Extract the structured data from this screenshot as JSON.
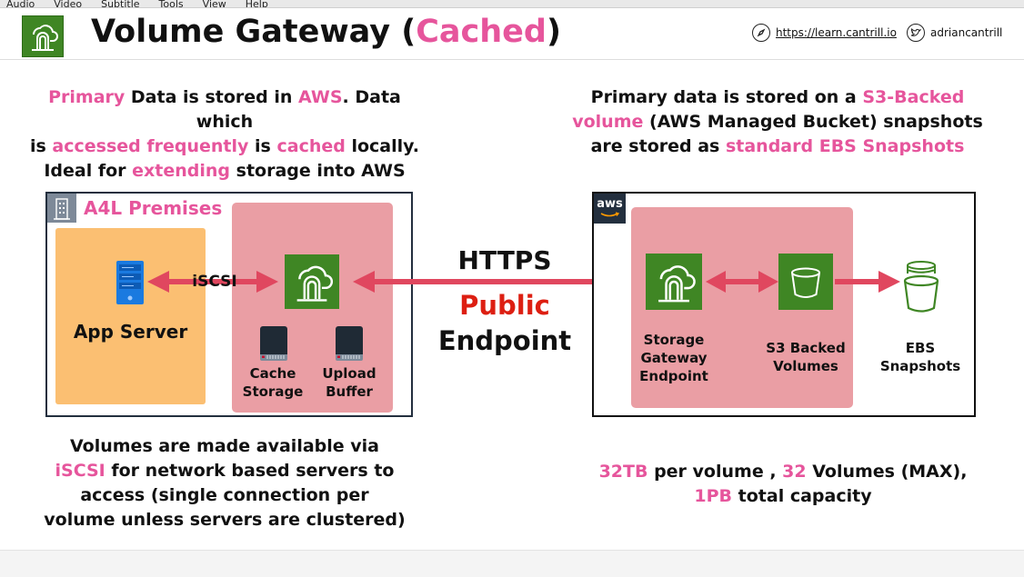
{
  "menu": [
    "Audio",
    "Video",
    "Subtitle",
    "Tools",
    "View",
    "Help"
  ],
  "header": {
    "title_main": "Volume Gateway (",
    "title_accent": "Cached",
    "title_close": ")",
    "link_url": "https://learn.cantrill.io",
    "twitter": "adriancantrill"
  },
  "left_intro": {
    "l1a": "Primary",
    "l1b": " Data is stored in ",
    "l1c": "AWS",
    "l1d": ". Data which",
    "l2a": "is ",
    "l2b": "accessed frequently",
    "l2c": " is ",
    "l2d": "cached",
    "l2e": " locally.",
    "l3a": "Ideal for ",
    "l3b": "extending",
    "l3c": " storage into AWS"
  },
  "right_intro": {
    "l1a": "Primary data is stored on a ",
    "l1b": "S3-Backed",
    "l2a": "volume",
    "l2b": " (AWS Managed Bucket) snapshots",
    "l3a": "are stored as ",
    "l3b": "standard EBS Snapshots"
  },
  "premises": {
    "title": "A4L Premises",
    "app_server": "App Server",
    "iscsi": "iSCSI",
    "cache1": "Cache",
    "cache2": "Storage",
    "upload1": "Upload",
    "upload2": "Buffer"
  },
  "middle": {
    "https": "HTTPS",
    "public": "Public",
    "endpoint": "Endpoint"
  },
  "aws": {
    "badge": "aws",
    "sg1": "Storage",
    "sg2": "Gateway",
    "sg3": "Endpoint",
    "s3a": "S3 Backed",
    "s3b": "Volumes",
    "ebs1": "EBS",
    "ebs2": "Snapshots"
  },
  "left_bottom": {
    "l1": "Volumes are made available via",
    "l2a": "iSCSI",
    "l2b": " for network based servers to",
    "l3": "access (single connection per",
    "l4": "volume unless servers are clustered)"
  },
  "right_bottom": {
    "l1a": "32TB",
    "l1b": " per volume , ",
    "l1c": "32",
    "l1d": " Volumes (MAX),",
    "l2a": "1PB",
    "l2b": " total capacity"
  },
  "colors": {
    "pink": "#e6559c",
    "red": "#dd1f12",
    "arrow": "#e0475f",
    "gateway_zone": "#ea9ea4",
    "app_zone": "#fbbf72",
    "aws_green": "#3f8624"
  },
  "icons": [
    "storage-gateway-icon",
    "server-icon",
    "hdd-icon",
    "s3-bucket-icon",
    "ebs-snapshot-bucket-icon",
    "building-icon",
    "compass-icon",
    "twitter-icon"
  ]
}
